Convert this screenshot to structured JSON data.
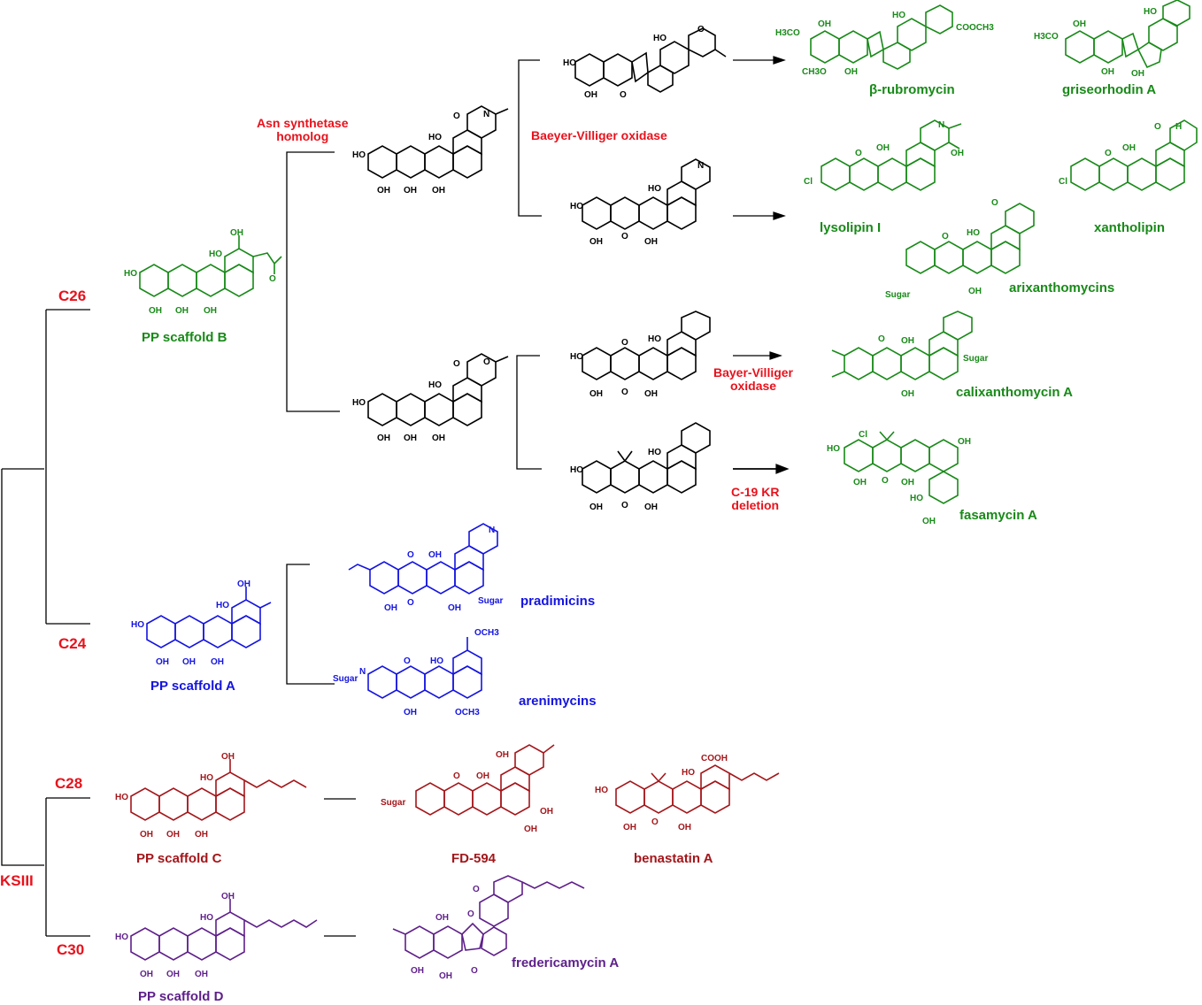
{
  "colors": {
    "red": "#e8121c",
    "green": "#188a18",
    "blue": "#1414e0",
    "maroon": "#a4161a",
    "purple": "#5e1f8a",
    "black": "#000000"
  },
  "tree": {
    "root": "KSIII",
    "c26": "C26",
    "c24": "C24",
    "c28": "C28",
    "c30": "C30"
  },
  "scaffolds": {
    "b": "PP scaffold B",
    "a": "PP scaffold A",
    "c": "PP scaffold C",
    "d": "PP scaffold D"
  },
  "enzymes": {
    "asn_line1": "Asn synthetase",
    "asn_line2": "homolog",
    "bv_top": "Baeyer-Villiger oxidase",
    "bv_line1": "Bayer-Villiger",
    "bv_line2": "oxidase",
    "kr_line1": "C-19 KR",
    "kr_line2": "deletion"
  },
  "products": {
    "rubromycin": "β-rubromycin",
    "griseorhodin": "griseorhodin A",
    "lysolipin": "lysolipin I",
    "xantholipin": "xantholipin",
    "arixanthomycins": "arixanthomycins",
    "calixanthomycin": "calixanthomycin A",
    "fasamycin": "fasamycin A",
    "pradimicins": "pradimicins",
    "arenimycins": "arenimycins",
    "fd594": "FD-594",
    "benastatin": "benastatin A",
    "fredericamycin": "fredericamycin A"
  },
  "atoms": {
    "oh": "OH",
    "ho": "HO",
    "o": "O",
    "n": "N",
    "nh": "N",
    "h": "H",
    "me": "OCH3",
    "cooh": "COOH",
    "coome": "COOCH3",
    "sugar": "Sugar",
    "cl": "Cl",
    "h3co": "H3CO",
    "ch3o": "CH3O",
    "coh": "OH"
  }
}
